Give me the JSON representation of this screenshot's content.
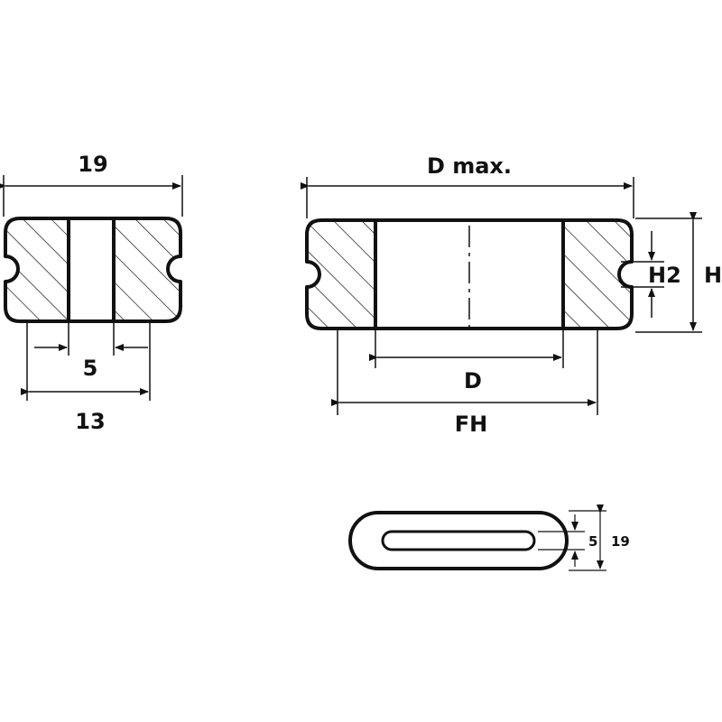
{
  "left_view": {
    "width_label": "19",
    "slot_label": "5",
    "inner_label": "13"
  },
  "right_view": {
    "dmax_label": "D max.",
    "d_label": "D",
    "fh_label": "FH",
    "h_label": "H",
    "h2_label": "H2"
  },
  "top_view": {
    "slot_label": "5",
    "width_label": "19"
  }
}
